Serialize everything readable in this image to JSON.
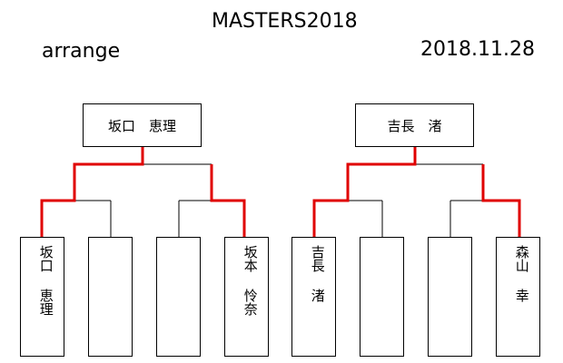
{
  "header": {
    "title": "MASTERS2018",
    "subtitle": "arrange",
    "date": "2018.11.28"
  },
  "brackets": [
    {
      "winner": "坂口　恵理",
      "entrants": [
        {
          "family": "坂口",
          "given": "恵理"
        },
        {
          "family": "",
          "given": ""
        },
        {
          "family": "",
          "given": ""
        },
        {
          "family": "坂本",
          "given": "怜奈"
        }
      ]
    },
    {
      "winner": "吉長　渚",
      "entrants": [
        {
          "family": "吉長",
          "given": "渚"
        },
        {
          "family": "",
          "given": ""
        },
        {
          "family": "",
          "given": ""
        },
        {
          "family": "森山",
          "given": "幸"
        }
      ]
    }
  ],
  "colors": {
    "winning_path": "#e00000",
    "line": "#000000"
  }
}
